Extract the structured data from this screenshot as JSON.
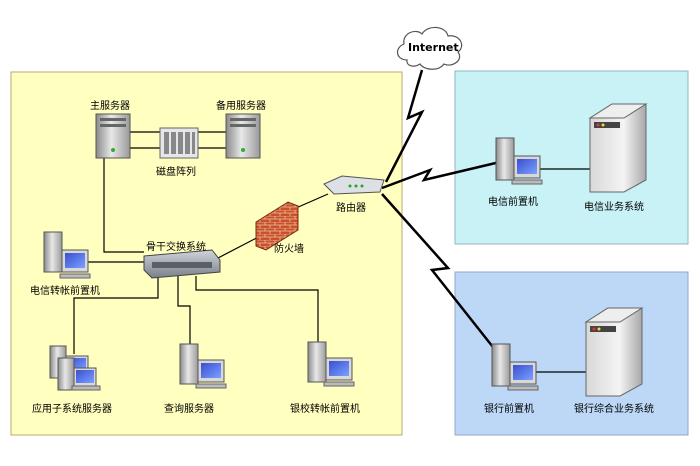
{
  "cloud": {
    "label": "Internet"
  },
  "zones": [
    {
      "id": "main",
      "fill": "#ffffc0"
    },
    {
      "id": "telecom",
      "fill": "#c8f2f6"
    },
    {
      "id": "bank",
      "fill": "#bcd8f6"
    }
  ],
  "nodes": {
    "main_server": "主服务器",
    "backup_server": "备用服务器",
    "disk_array": "磁盘阵列",
    "router": "路由器",
    "firewall": "防火墙",
    "backbone_switch": "骨干交换系统",
    "telecom_transfer_frontend": "电信转帐前置机",
    "app_subsystem_server": "应用子系统服务器",
    "query_server": "查询服务器",
    "bank_school_transfer_frontend": "银校转帐前置机",
    "telecom_frontend": "电信前置机",
    "telecom_business_system": "电信业务系统",
    "bank_frontend": "银行前置机",
    "bank_integrated_business_system": "银行综合业务系统"
  }
}
